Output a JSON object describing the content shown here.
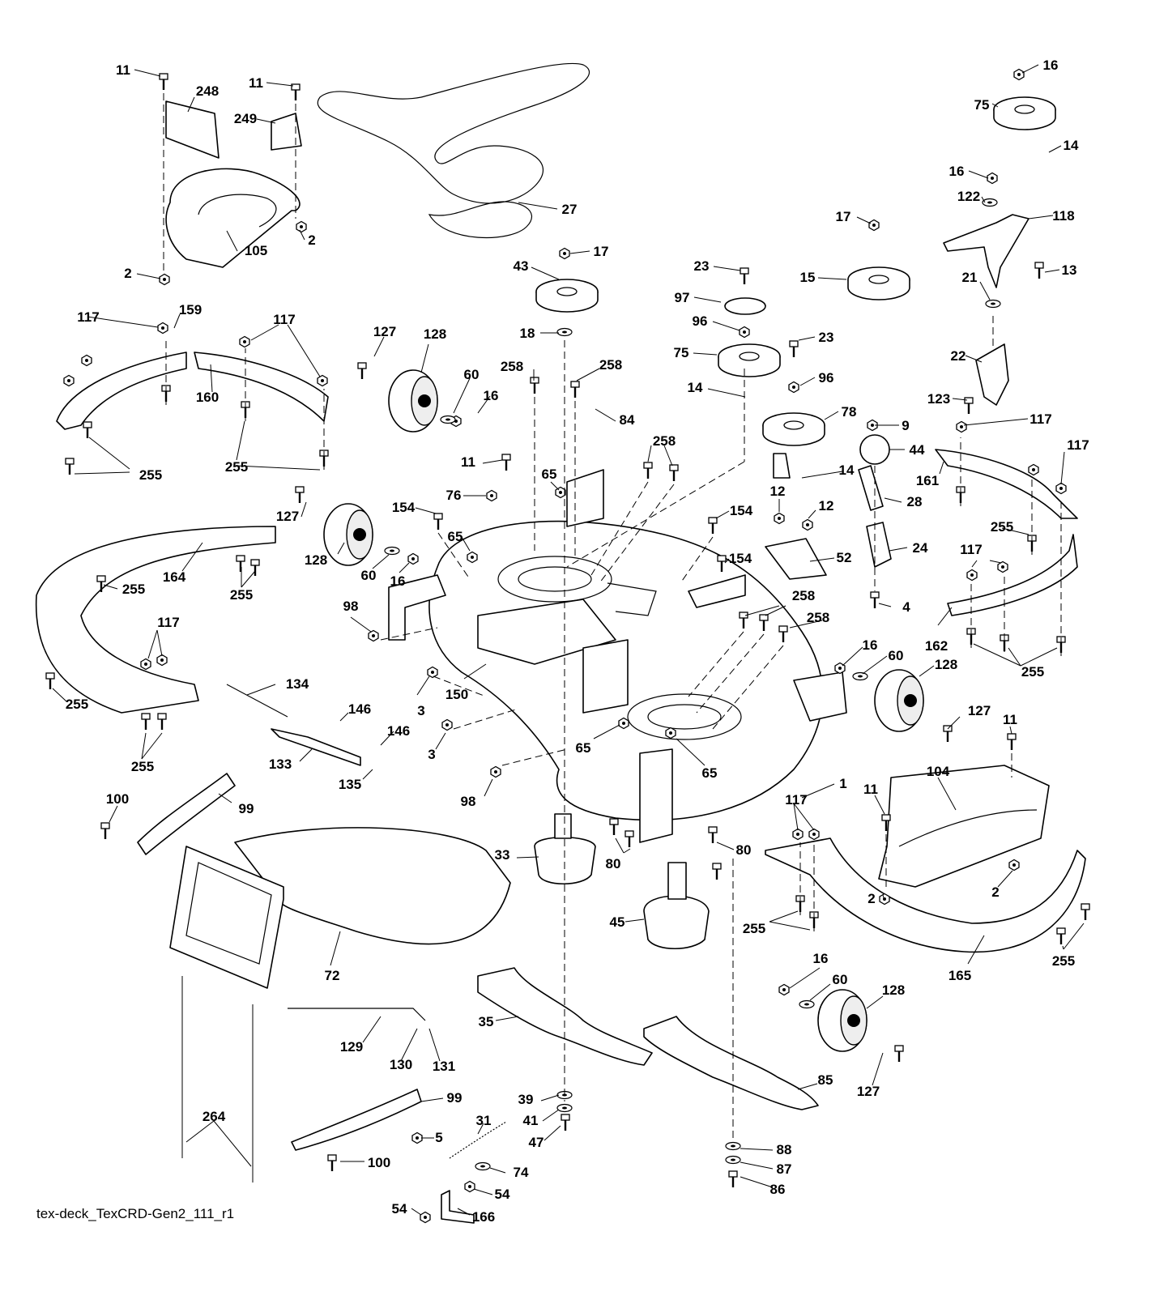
{
  "diagram_id": "tex-deck_TexCRD-Gen2_111_r1",
  "callouts": [
    {
      "id": "c0",
      "label": "11"
    },
    {
      "id": "c1",
      "label": "248"
    },
    {
      "id": "c2",
      "label": "11"
    },
    {
      "id": "c3",
      "label": "249"
    },
    {
      "id": "c4",
      "label": "27"
    },
    {
      "id": "c5",
      "label": "105"
    },
    {
      "id": "c6",
      "label": "2"
    },
    {
      "id": "c7",
      "label": "2"
    },
    {
      "id": "c8",
      "label": "16"
    },
    {
      "id": "c9",
      "label": "75"
    },
    {
      "id": "c10",
      "label": "14"
    },
    {
      "id": "c11",
      "label": "16"
    },
    {
      "id": "c12",
      "label": "122"
    },
    {
      "id": "c13",
      "label": "118"
    },
    {
      "id": "c14",
      "label": "13"
    },
    {
      "id": "c15",
      "label": "21"
    },
    {
      "id": "c16",
      "label": "17"
    },
    {
      "id": "c17",
      "label": "15"
    },
    {
      "id": "c18",
      "label": "17"
    },
    {
      "id": "c19",
      "label": "43"
    },
    {
      "id": "c20",
      "label": "18"
    },
    {
      "id": "c21",
      "label": "23"
    },
    {
      "id": "c22",
      "label": "97"
    },
    {
      "id": "c23",
      "label": "96"
    },
    {
      "id": "c24",
      "label": "75"
    },
    {
      "id": "c25",
      "label": "23"
    },
    {
      "id": "c26",
      "label": "96"
    },
    {
      "id": "c27",
      "label": "14"
    },
    {
      "id": "c28",
      "label": "78"
    },
    {
      "id": "c29",
      "label": "22"
    },
    {
      "id": "c30",
      "label": "123"
    },
    {
      "id": "c31",
      "label": "9"
    },
    {
      "id": "c32",
      "label": "44"
    },
    {
      "id": "c33",
      "label": "117"
    },
    {
      "id": "c34",
      "label": "117"
    },
    {
      "id": "c35",
      "label": "161"
    },
    {
      "id": "c36",
      "label": "117"
    },
    {
      "id": "c37",
      "label": "159"
    },
    {
      "id": "c38",
      "label": "117"
    },
    {
      "id": "c39",
      "label": "160"
    },
    {
      "id": "c40",
      "label": "255"
    },
    {
      "id": "c41",
      "label": "255"
    },
    {
      "id": "c42",
      "label": "127"
    },
    {
      "id": "c43",
      "label": "128"
    },
    {
      "id": "c44",
      "label": "60"
    },
    {
      "id": "c45",
      "label": "16"
    },
    {
      "id": "c46",
      "label": "258"
    },
    {
      "id": "c47",
      "label": "258"
    },
    {
      "id": "c48",
      "label": "84"
    },
    {
      "id": "c49",
      "label": "258"
    },
    {
      "id": "c50",
      "label": "11"
    },
    {
      "id": "c51",
      "label": "65"
    },
    {
      "id": "c52",
      "label": "76"
    },
    {
      "id": "c53",
      "label": "14"
    },
    {
      "id": "c54",
      "label": "12"
    },
    {
      "id": "c55",
      "label": "12"
    },
    {
      "id": "c56",
      "label": "28"
    },
    {
      "id": "c57",
      "label": "255"
    },
    {
      "id": "c58",
      "label": "154"
    },
    {
      "id": "c59",
      "label": "154"
    },
    {
      "id": "c60",
      "label": "24"
    },
    {
      "id": "c61",
      "label": "127"
    },
    {
      "id": "c62",
      "label": "164"
    },
    {
      "id": "c63",
      "label": "255"
    },
    {
      "id": "c64",
      "label": "255"
    },
    {
      "id": "c65",
      "label": "128"
    },
    {
      "id": "c66",
      "label": "60"
    },
    {
      "id": "c67",
      "label": "16"
    },
    {
      "id": "c68",
      "label": "65"
    },
    {
      "id": "c69",
      "label": "52"
    },
    {
      "id": "c70",
      "label": "154"
    },
    {
      "id": "c71",
      "label": "117"
    },
    {
      "id": "c72",
      "label": "4"
    },
    {
      "id": "c73",
      "label": "258"
    },
    {
      "id": "c74",
      "label": "258"
    },
    {
      "id": "c75",
      "label": "162"
    },
    {
      "id": "c76",
      "label": "255"
    },
    {
      "id": "c77",
      "label": "98"
    },
    {
      "id": "c78",
      "label": "117"
    },
    {
      "id": "c79",
      "label": "16"
    },
    {
      "id": "c80",
      "label": "60"
    },
    {
      "id": "c81",
      "label": "128"
    },
    {
      "id": "c82",
      "label": "134"
    },
    {
      "id": "c83",
      "label": "3"
    },
    {
      "id": "c84",
      "label": "150"
    },
    {
      "id": "c85",
      "label": "255"
    },
    {
      "id": "c86",
      "label": "146"
    },
    {
      "id": "c87",
      "label": "146"
    },
    {
      "id": "c88",
      "label": "127"
    },
    {
      "id": "c89",
      "label": "11"
    },
    {
      "id": "c90",
      "label": "65"
    },
    {
      "id": "c91",
      "label": "3"
    },
    {
      "id": "c92",
      "label": "255"
    },
    {
      "id": "c93",
      "label": "133"
    },
    {
      "id": "c94",
      "label": "135"
    },
    {
      "id": "c95",
      "label": "65"
    },
    {
      "id": "c96",
      "label": "104"
    },
    {
      "id": "c97",
      "label": "98"
    },
    {
      "id": "c98",
      "label": "1"
    },
    {
      "id": "c99",
      "label": "11"
    },
    {
      "id": "c100",
      "label": "99"
    },
    {
      "id": "c101",
      "label": "100"
    },
    {
      "id": "c102",
      "label": "117"
    },
    {
      "id": "c103",
      "label": "33"
    },
    {
      "id": "c104",
      "label": "80"
    },
    {
      "id": "c105",
      "label": "80"
    },
    {
      "id": "c106",
      "label": "2"
    },
    {
      "id": "c107",
      "label": "2"
    },
    {
      "id": "c108",
      "label": "45"
    },
    {
      "id": "c109",
      "label": "255"
    },
    {
      "id": "c110",
      "label": "255"
    },
    {
      "id": "c111",
      "label": "72"
    },
    {
      "id": "c112",
      "label": "165"
    },
    {
      "id": "c113",
      "label": "16"
    },
    {
      "id": "c114",
      "label": "60"
    },
    {
      "id": "c115",
      "label": "128"
    },
    {
      "id": "c116",
      "label": "35"
    },
    {
      "id": "c117",
      "label": "129"
    },
    {
      "id": "c118",
      "label": "130"
    },
    {
      "id": "c119",
      "label": "131"
    },
    {
      "id": "c120",
      "label": "85"
    },
    {
      "id": "c121",
      "label": "127"
    },
    {
      "id": "c122",
      "label": "99"
    },
    {
      "id": "c123",
      "label": "39"
    },
    {
      "id": "c124",
      "label": "41"
    },
    {
      "id": "c125",
      "label": "264"
    },
    {
      "id": "c126",
      "label": "31"
    },
    {
      "id": "c127",
      "label": "47"
    },
    {
      "id": "c128",
      "label": "5"
    },
    {
      "id": "c129",
      "label": "100"
    },
    {
      "id": "c130",
      "label": "88"
    },
    {
      "id": "c131",
      "label": "87"
    },
    {
      "id": "c132",
      "label": "74"
    },
    {
      "id": "c133",
      "label": "86"
    },
    {
      "id": "c134",
      "label": "54"
    },
    {
      "id": "c135",
      "label": "54"
    },
    {
      "id": "c136",
      "label": "166"
    }
  ]
}
